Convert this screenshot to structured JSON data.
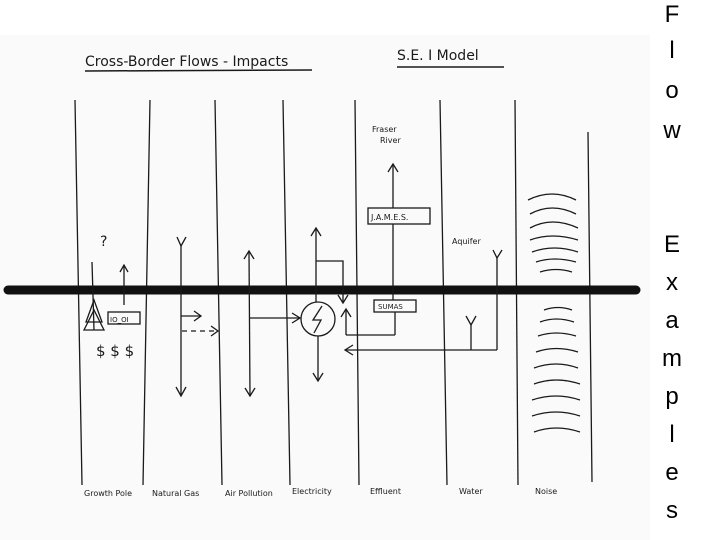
{
  "title": "Cross-Border Flows - Impacts",
  "model": "S.E. I Model",
  "annotations": {
    "question": "?",
    "fraser": "Fraser",
    "river": "River",
    "james": "J.A.M.E.S.",
    "sumas": "SUMAS",
    "aquifer": "Aquifer",
    "dollars": "$ $ $",
    "building": "IO_OI"
  },
  "columns": [
    "Growth Pole",
    "Natural Gas",
    "Air Pollution",
    "Electricity",
    "Effluent",
    "Water",
    "Noise"
  ],
  "side_letters": [
    "F",
    "l",
    "o",
    "w",
    "E",
    "x",
    "a",
    "m",
    "p",
    "l",
    "e",
    "s"
  ]
}
